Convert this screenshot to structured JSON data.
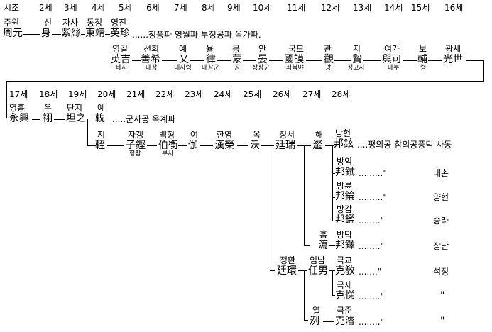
{
  "generations_row1": [
    "시조",
    "2세",
    "3세",
    "4세",
    "5세",
    "6세",
    "7세",
    "8세",
    "9세",
    "10세",
    "11세",
    "12세",
    "13세",
    "14세",
    "15세",
    "16세"
  ],
  "generations_row2": [
    "17세",
    "18세",
    "19세",
    "20세",
    "21세",
    "22세",
    "23세",
    "24세",
    "25세",
    "26세",
    "27세",
    "28세"
  ],
  "row_a": {
    "people": [
      {
        "kr": "주원",
        "hj": "周元"
      },
      {
        "kr": "신",
        "hj": "身"
      },
      {
        "kr": "자사",
        "hj": "紫絲"
      },
      {
        "kr": "동정",
        "hj": "東靖"
      },
      {
        "kr": "영진",
        "hj": "英珍"
      }
    ],
    "note": "......청풍파  영월파   부정공파  옥가파."
  },
  "row_b": {
    "people": [
      {
        "kr": "영길",
        "hj": "英吉",
        "title": "태사"
      },
      {
        "kr": "선희",
        "hj": "善希",
        "title": "대장"
      },
      {
        "kr": "예",
        "hj": "乂",
        "title": "내사령"
      },
      {
        "kr": "율",
        "hj": "律",
        "title": "대장군"
      },
      {
        "kr": "몽",
        "hj": "蒙",
        "title": "공"
      },
      {
        "kr": "안",
        "hj": "晏",
        "title": "상장군"
      },
      {
        "kr": "국모",
        "hj": "國謨",
        "title": "좌복야"
      },
      {
        "kr": "관",
        "hj": "觀",
        "title": "광"
      },
      {
        "kr": "지",
        "hj": "贄",
        "title": "정고사"
      },
      {
        "kr": "여가",
        "hj": "與可",
        "title": "대부"
      },
      {
        "kr": "보",
        "hj": "輔",
        "title": "령"
      },
      {
        "kr": "광세",
        "hj": "光世",
        "title": ""
      }
    ]
  },
  "row_c": {
    "people": [
      {
        "kr": "영흥",
        "hj": "永興"
      },
      {
        "kr": "우",
        "hj": "祤"
      },
      {
        "kr": "탄지",
        "hj": "坦之"
      },
      {
        "kr": "예",
        "hj": "輗"
      }
    ],
    "note": ".....군사공  옥계파"
  },
  "row_d": {
    "people": [
      {
        "kr": "지",
        "hj": "輊",
        "title": ""
      },
      {
        "kr": "자갱",
        "hj": "子鏗",
        "title": "형참"
      },
      {
        "kr": "백형",
        "hj": "伯衡",
        "title": "부사"
      },
      {
        "kr": "여",
        "hj": "伽",
        "title": ""
      },
      {
        "kr": "한영",
        "hj": "漢榮",
        "title": ""
      },
      {
        "kr": "옥",
        "hj": "沃",
        "title": ""
      },
      {
        "kr": "정서",
        "hj": "廷瑞",
        "title": ""
      },
      {
        "kr": "해",
        "hj": "瀣",
        "title": ""
      }
    ]
  },
  "branches": [
    {
      "kr": "방현",
      "hj": "邦鉉",
      "note": "....평의공  참의공풍덕  사동"
    },
    {
      "kr": "방익",
      "hj": "邦鉽",
      "note": ".........\"",
      "place": "대촌"
    },
    {
      "kr": "방륜",
      "hj": "邦錀",
      "note": ".........\"",
      "place": "양현"
    },
    {
      "kr": "방감",
      "hj": "邦鑑",
      "note": "........\"",
      "place": "송라"
    },
    {
      "kr": "흡",
      "hj": "瀉",
      "note": ""
    },
    {
      "kr": "방탁",
      "hj": "邦鐸",
      "note": "........\"",
      "place": "장단"
    },
    {
      "kr": "정환",
      "hj": "廷環",
      "note": ""
    },
    {
      "kr": "임남",
      "hj": "任男",
      "note": ""
    },
    {
      "kr": "극교",
      "hj": "克敎",
      "note": ".......\"",
      "place": "석정"
    },
    {
      "kr": "극제",
      "hj": "克悌",
      "note": "........\"",
      "place": "\""
    },
    {
      "kr": "열",
      "hj": "洌",
      "note": ""
    },
    {
      "kr": "극준",
      "hj": "克濬",
      "note": "........\"",
      "place": "\""
    }
  ]
}
